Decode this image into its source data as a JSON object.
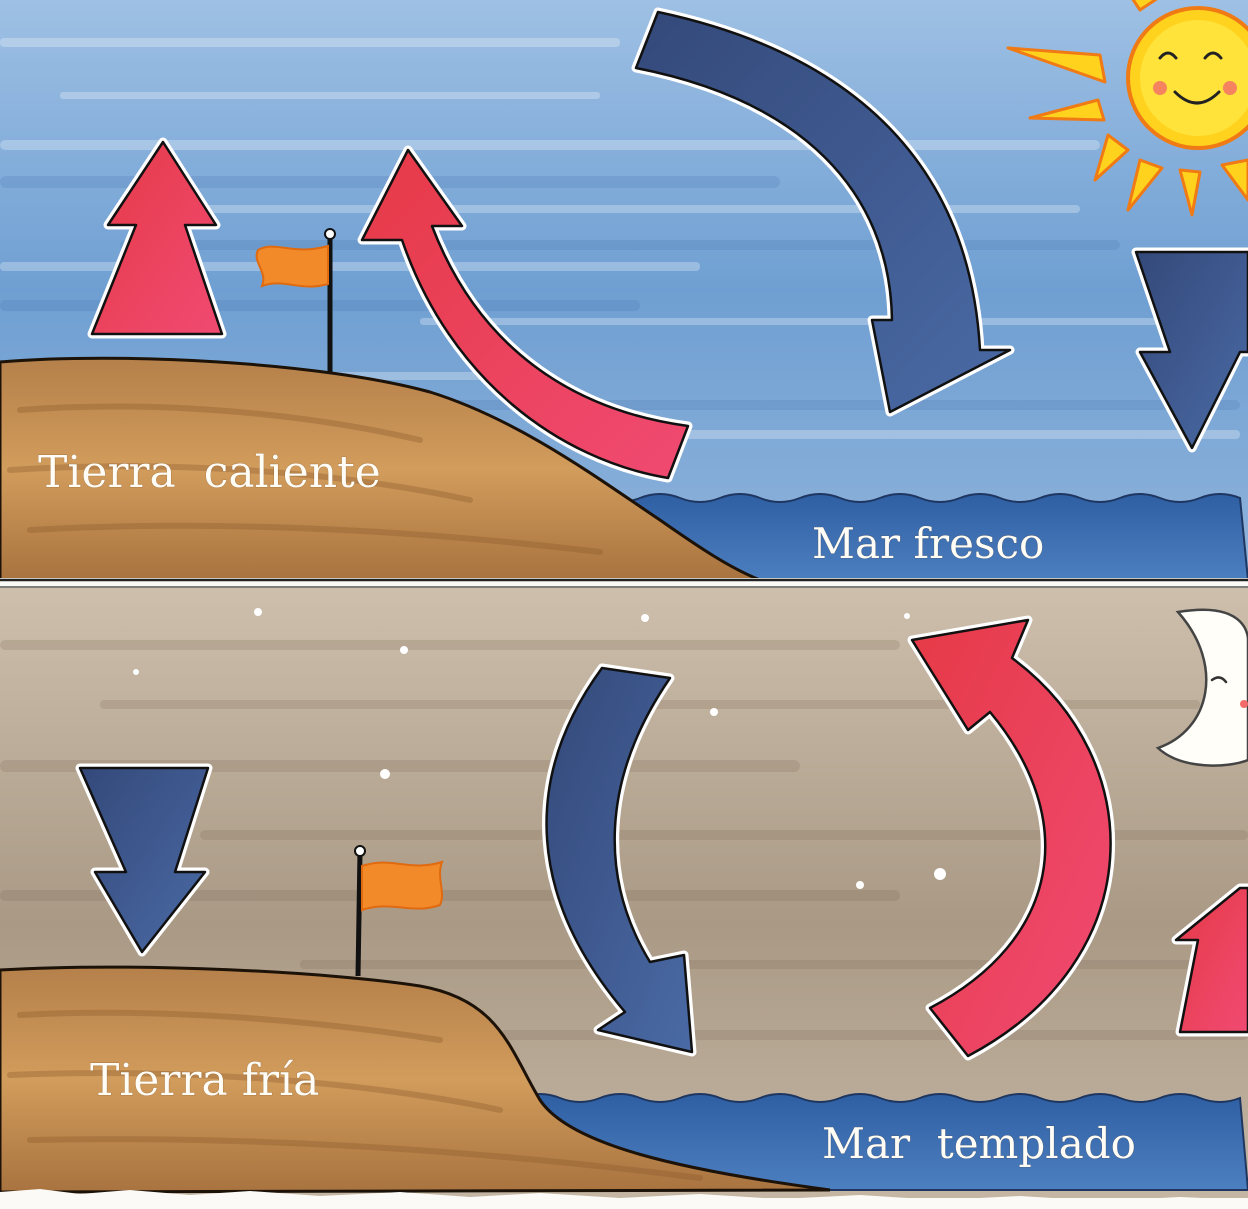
{
  "panels": {
    "day": {
      "land_label": "Tierra  caliente",
      "sea_label": "Mar fresco"
    },
    "night": {
      "land_label": "Tierra fría",
      "sea_label": "Mar  templado"
    }
  },
  "icons": {
    "day_sky": "sun-icon",
    "night_sky": "crescent-moon-icon",
    "marker": "flag-icon"
  },
  "colors": {
    "warm_air": "#e8404e",
    "cool_air": "#3f5a8c",
    "day_sky": "#7ea6d2",
    "night_sky": "#b9ab98",
    "land": "#c08a4c",
    "sea": "#3566a8",
    "flag": "#f28a2a",
    "sun": "#ffd21e"
  }
}
